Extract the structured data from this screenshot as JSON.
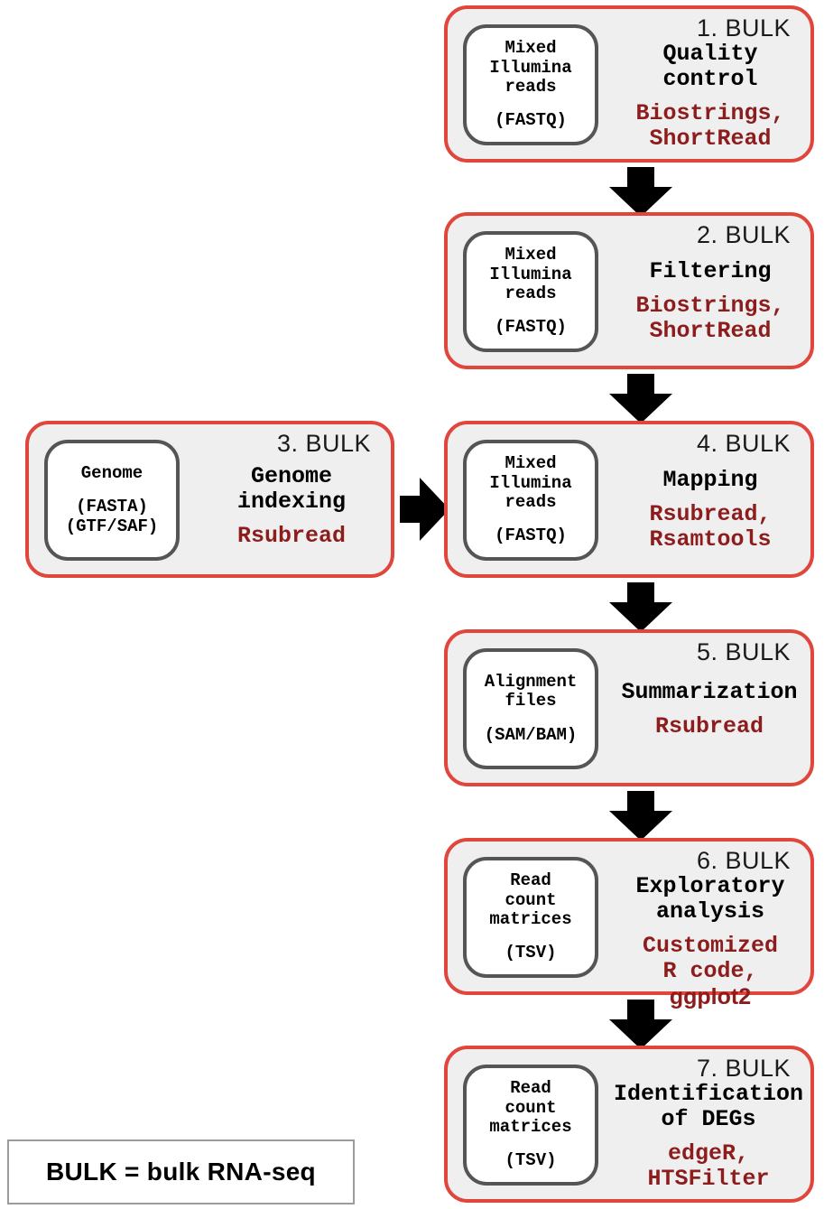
{
  "diagram": {
    "title": "Bulk RNA-seq analysis workflow",
    "colors": {
      "step_border": "#e0463c",
      "step_fill": "#efefef",
      "io_border": "#555555",
      "io_fill": "#ffffff",
      "package_text": "#8d1d1d",
      "title_text": "#000000",
      "arrow": "#000000",
      "legend_border": "#9b9b9b"
    }
  },
  "steps": [
    {
      "number": "1. BULK",
      "title": "Quality\ncontrol",
      "packages": "Biostrings,\nShortRead",
      "io_name": "Mixed\nIllumina\nreads",
      "io_format": "(FASTQ)"
    },
    {
      "number": "2. BULK",
      "title": "Filtering",
      "packages": "Biostrings,\nShortRead",
      "io_name": "Mixed\nIllumina\nreads",
      "io_format": "(FASTQ)"
    },
    {
      "number": "3. BULK",
      "title": "Genome\nindexing",
      "packages": "Rsubread",
      "io_name": "Genome",
      "io_format": "(FASTA)\n(GTF/SAF)"
    },
    {
      "number": "4. BULK",
      "title": "Mapping",
      "packages": "Rsubread,\nRsamtools",
      "io_name": "Mixed\nIllumina\nreads",
      "io_format": "(FASTQ)"
    },
    {
      "number": "5. BULK",
      "title": "Summarization",
      "packages": "Rsubread",
      "io_name": "Alignment\nfiles",
      "io_format": "(SAM/BAM)"
    },
    {
      "number": "6. BULK",
      "title": "Exploratory\nanalysis",
      "packages": "Customized\nR code,",
      "packages_extra": "ggplot2",
      "io_name": "Read\ncount\nmatrices",
      "io_format": "(TSV)"
    },
    {
      "number": "7. BULK",
      "title": "Identification\nof DEGs",
      "packages": "edgeR,\nHTSFilter",
      "io_name": "Read\ncount\nmatrices",
      "io_format": "(TSV)"
    }
  ],
  "arrows": [
    {
      "name": "arrow-step1-to-step2",
      "direction": "down"
    },
    {
      "name": "arrow-step2-to-step4",
      "direction": "down"
    },
    {
      "name": "arrow-step3-to-step4",
      "direction": "right"
    },
    {
      "name": "arrow-step4-to-step5",
      "direction": "down"
    },
    {
      "name": "arrow-step5-to-step6",
      "direction": "down"
    },
    {
      "name": "arrow-step6-to-step7",
      "direction": "down"
    }
  ],
  "legend": {
    "text": "BULK = bulk RNA-seq"
  }
}
